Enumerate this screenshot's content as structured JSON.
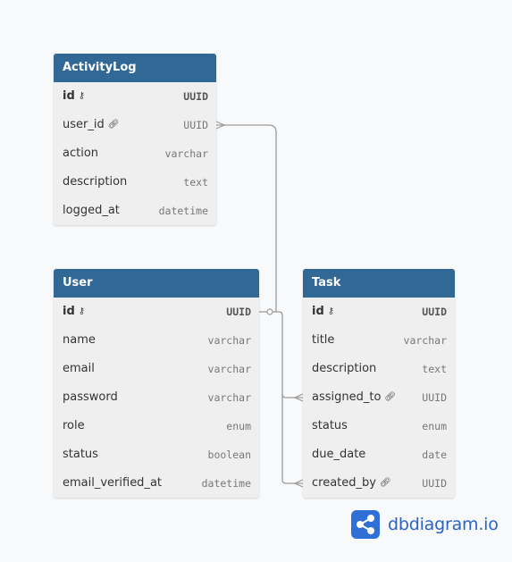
{
  "tables": {
    "activitylog": {
      "name": "ActivityLog",
      "fields": [
        {
          "name": "id",
          "type": "UUID",
          "pk": true
        },
        {
          "name": "user_id",
          "type": "UUID",
          "fk": true
        },
        {
          "name": "action",
          "type": "varchar"
        },
        {
          "name": "description",
          "type": "text"
        },
        {
          "name": "logged_at",
          "type": "datetime"
        }
      ]
    },
    "user": {
      "name": "User",
      "fields": [
        {
          "name": "id",
          "type": "UUID",
          "pk": true
        },
        {
          "name": "name",
          "type": "varchar"
        },
        {
          "name": "email",
          "type": "varchar"
        },
        {
          "name": "password",
          "type": "varchar"
        },
        {
          "name": "role",
          "type": "enum"
        },
        {
          "name": "status",
          "type": "boolean"
        },
        {
          "name": "email_verified_at",
          "type": "datetime"
        }
      ]
    },
    "task": {
      "name": "Task",
      "fields": [
        {
          "name": "id",
          "type": "UUID",
          "pk": true
        },
        {
          "name": "title",
          "type": "varchar"
        },
        {
          "name": "description",
          "type": "text"
        },
        {
          "name": "assigned_to",
          "type": "UUID",
          "fk": true
        },
        {
          "name": "status",
          "type": "enum"
        },
        {
          "name": "due_date",
          "type": "date"
        },
        {
          "name": "created_by",
          "type": "UUID",
          "fk": true
        }
      ]
    }
  },
  "relationships": [
    {
      "from": "ActivityLog.user_id",
      "to": "User.id",
      "cardinality": "many-to-one"
    },
    {
      "from": "Task.assigned_to",
      "to": "User.id",
      "cardinality": "many-to-one"
    },
    {
      "from": "Task.created_by",
      "to": "User.id",
      "cardinality": "many-to-one"
    }
  ],
  "brand": {
    "text": "dbdiagram.io",
    "icon": "share-nodes-icon",
    "color": "#2f6fd6"
  },
  "colors": {
    "header": "#316896",
    "body": "#efefef",
    "connector": "#9a9a9a"
  }
}
